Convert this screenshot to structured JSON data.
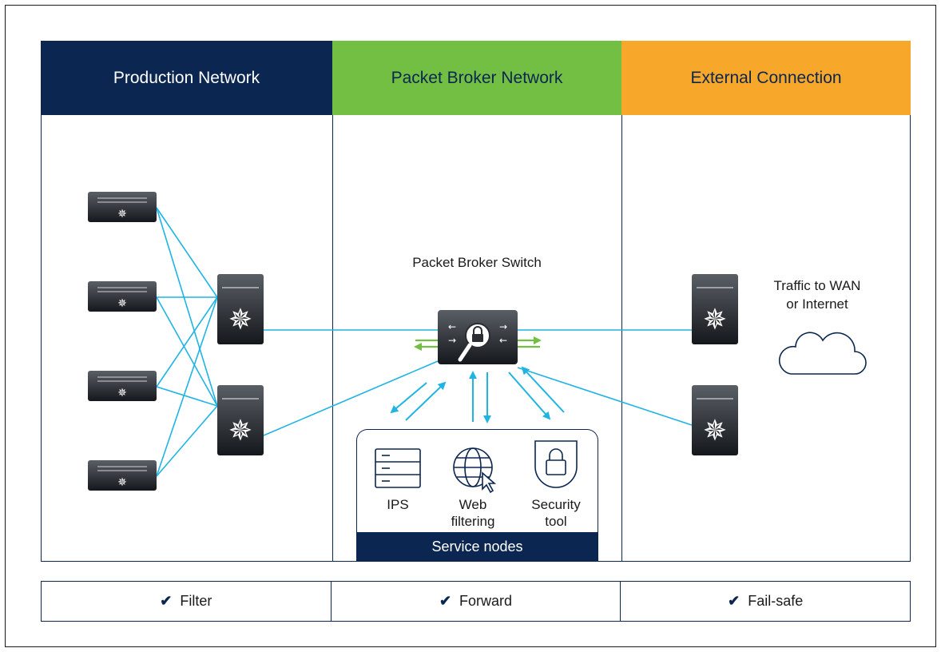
{
  "headers": {
    "production": "Production Network",
    "packet_broker": "Packet Broker Network",
    "external": "External Connection"
  },
  "labels": {
    "packet_broker_switch": "Packet Broker Switch",
    "traffic_line1": "Traffic to WAN",
    "traffic_line2": "or Internet",
    "service_nodes": "Service nodes"
  },
  "service_nodes": [
    {
      "line1": "IPS",
      "line2": "",
      "icon": "server-rack-icon"
    },
    {
      "line1": "Web",
      "line2": "filtering",
      "icon": "globe-cursor-icon"
    },
    {
      "line1": "Security",
      "line2": "tool",
      "icon": "shield-lock-icon"
    }
  ],
  "footer": [
    {
      "check": "✔",
      "label": "Filter"
    },
    {
      "check": "✔",
      "label": "Forward"
    },
    {
      "check": "✔",
      "label": "Fail-safe"
    }
  ],
  "colors": {
    "navy": "#0b2650",
    "green": "#72bf44",
    "orange": "#f7a72a",
    "link_blue": "#1fb4e4"
  }
}
